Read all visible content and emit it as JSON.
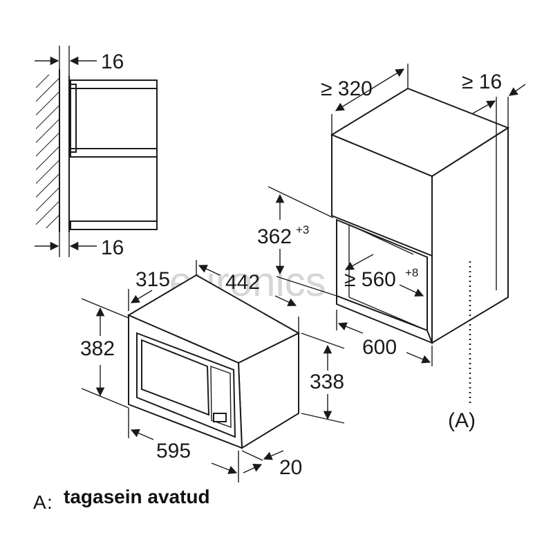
{
  "watermark": "euronics",
  "dims": {
    "top_16": "16",
    "bottom_16": "16",
    "ge_320": "≥ 320",
    "ge_16": "≥ 16",
    "h_362": "362",
    "h_362_tol": "+3",
    "ge_560": "≥ 560",
    "ge_560_tol": "+8",
    "d_315": "315",
    "d_442": "442",
    "h_382": "382",
    "h_338": "338",
    "w_595": "595",
    "w_600": "600",
    "d_20": "20"
  },
  "marker_label": "(A)",
  "legend": {
    "key": "A",
    "separator": ":",
    "text": "tagasein avatud"
  }
}
